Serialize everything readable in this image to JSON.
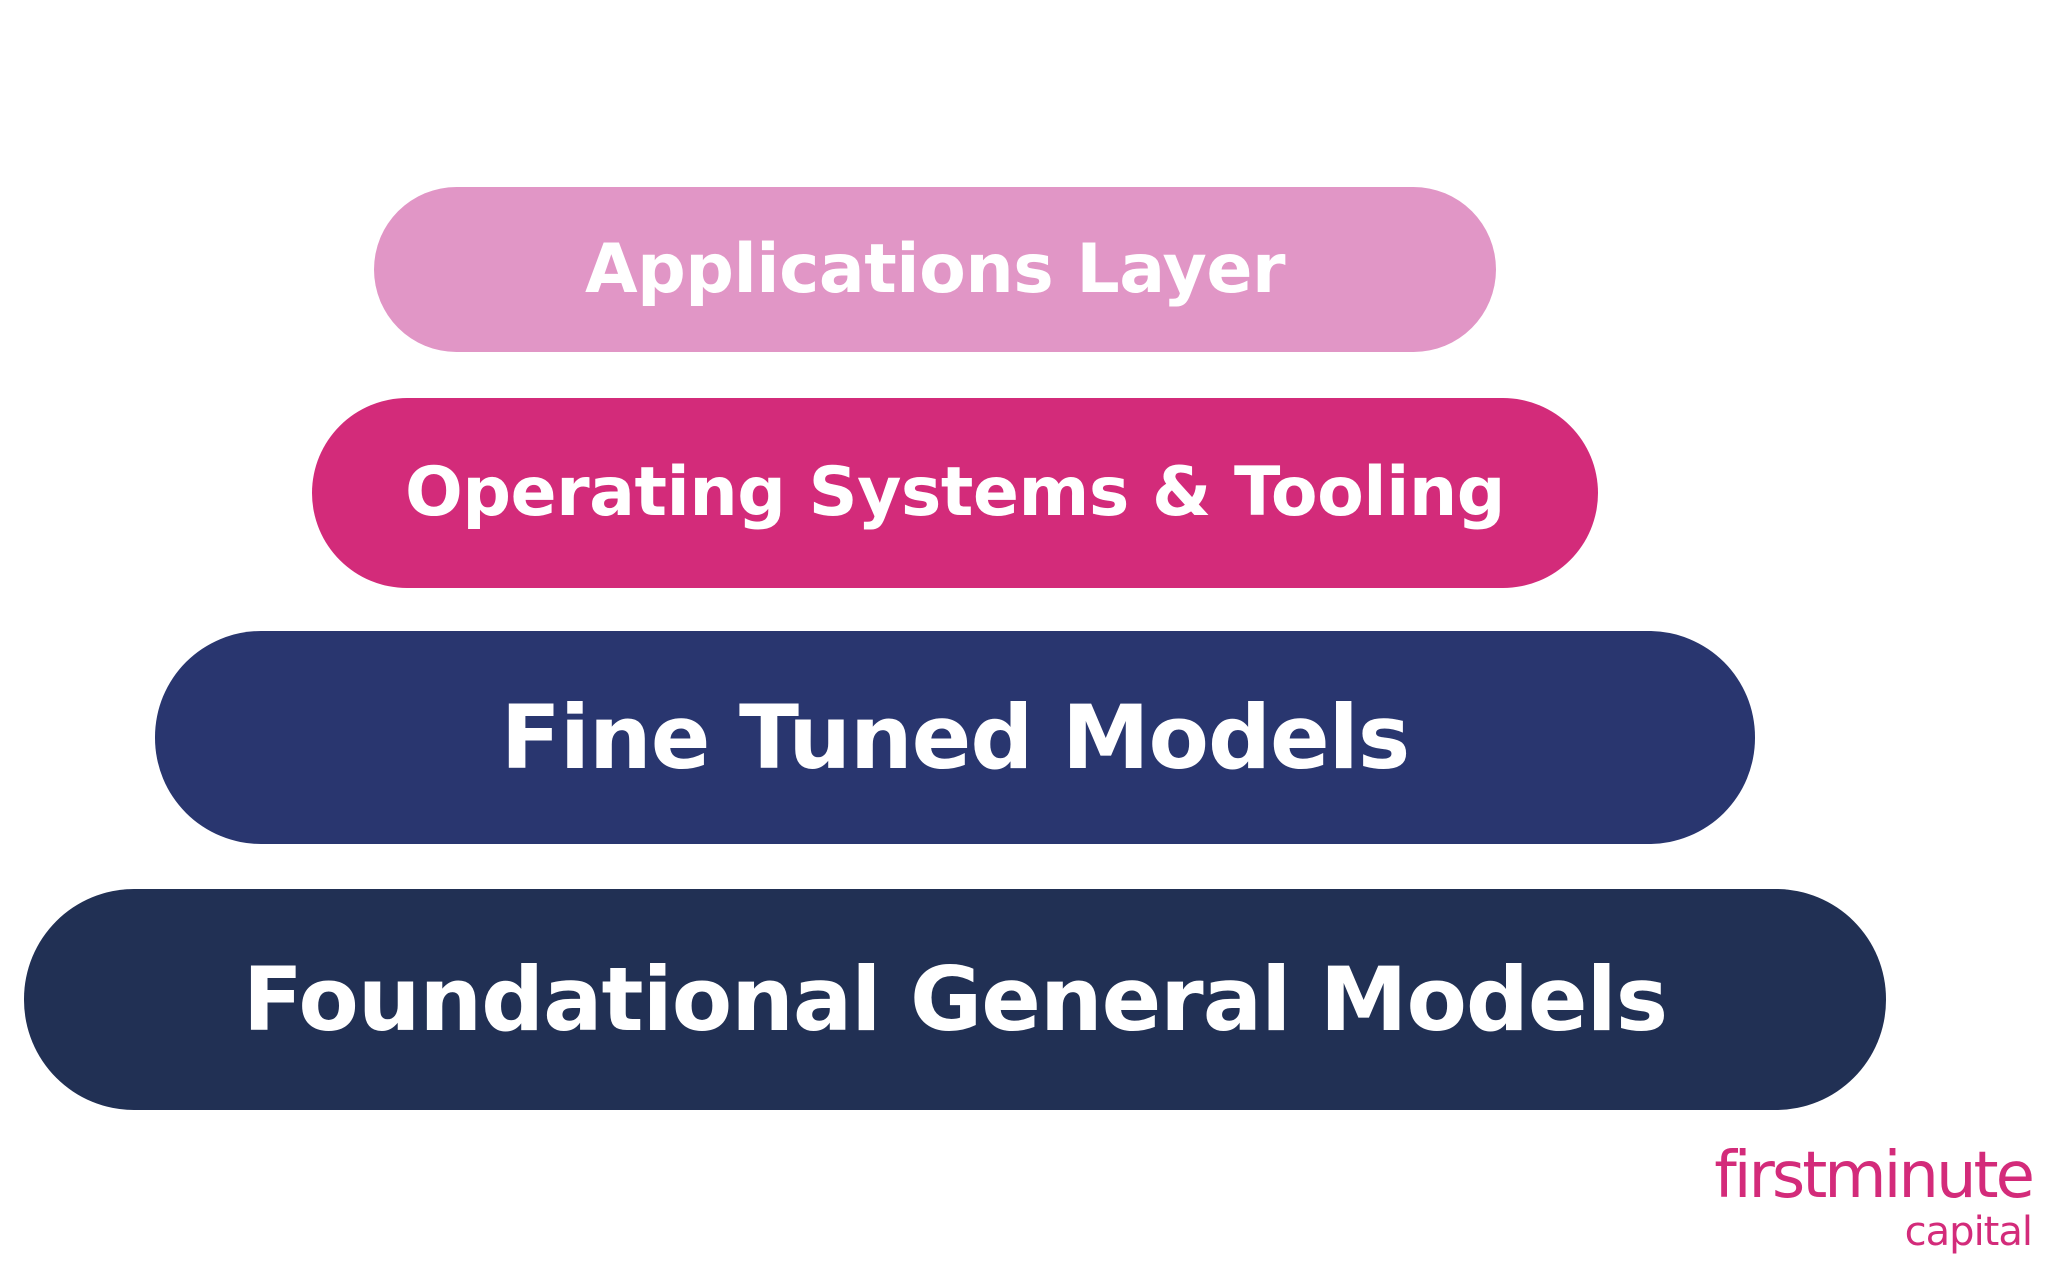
{
  "diagram": {
    "layers": [
      {
        "id": "applications",
        "label": "Applications Layer",
        "color": "#e196c6"
      },
      {
        "id": "operating",
        "label": "Operating Systems & Tooling",
        "color": "#d32b7a"
      },
      {
        "id": "finetuned",
        "label": "Fine Tuned Models",
        "color": "#29366f"
      },
      {
        "id": "foundational",
        "label": "Foundational General Models",
        "color": "#213054"
      }
    ]
  },
  "logo": {
    "word": "firstminute",
    "sub": "capital",
    "color": "#d32b7a"
  }
}
